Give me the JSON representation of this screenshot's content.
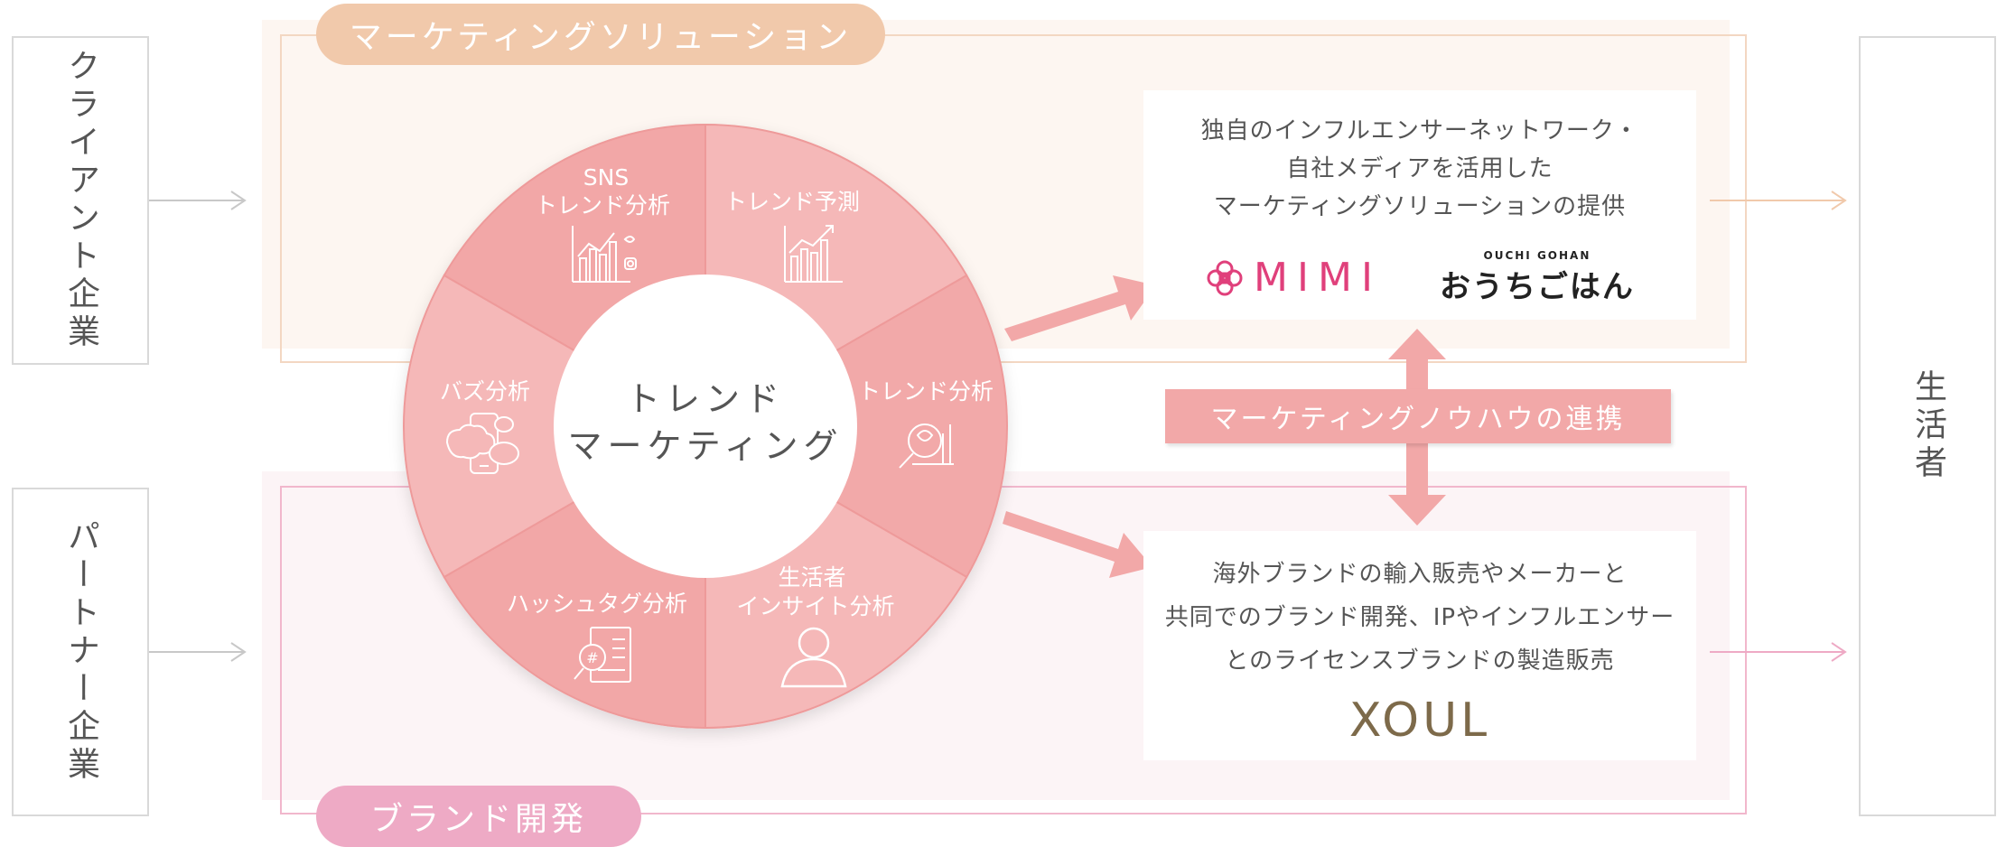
{
  "client_label": "クライアント企業",
  "partner_label": "パートナー企業",
  "consumer_label": "生活者",
  "marketing_section": {
    "title": "マーケティングソリューション",
    "description": [
      "独自のインフルエンサーネットワーク・",
      "自社メディアを活用した",
      "マーケティングソリューションの提供"
    ],
    "logos": {
      "mimi": "MIMI",
      "ouchi_sub": "OUCHI GOHAN",
      "ouchi": "おうちごはん"
    }
  },
  "brand_section": {
    "title": "ブランド開発",
    "description": [
      "海外ブランドの輸入販売やメーカーと",
      "共同でのブランド開発、IPやインフルエンサー",
      "とのライセンスブランドの製造販売"
    ],
    "logo": "XOUL"
  },
  "link_label": "マーケティングノウハウの連携",
  "wheel": {
    "center": [
      "トレンド",
      "マーケティング"
    ],
    "segments": [
      {
        "label": [
          "SNS",
          "トレンド分析"
        ],
        "icon": "sns-chart-icon",
        "color": "#f2a7a7"
      },
      {
        "label": [
          "トレンド予測"
        ],
        "icon": "trend-forecast-icon",
        "color": "#f5b8b8"
      },
      {
        "label": [
          "トレンド分析"
        ],
        "icon": "trend-analysis-icon",
        "color": "#f2a9a9"
      },
      {
        "label": [
          "生活者",
          "インサイト分析"
        ],
        "icon": "person-icon",
        "color": "#f5b8b8"
      },
      {
        "label": [
          "ハッシュタグ分析"
        ],
        "icon": "hashtag-doc-icon",
        "color": "#f2a7a7"
      },
      {
        "label": [
          "バズ分析"
        ],
        "icon": "buzz-phone-icon",
        "color": "#f5b8b8"
      }
    ]
  },
  "colors": {
    "marketing_accent": "#f1c9ab",
    "brand_accent": "#eeaac5",
    "wheel_pink": "#f2a7a7",
    "arrow_pink": "#f2a8a8"
  }
}
